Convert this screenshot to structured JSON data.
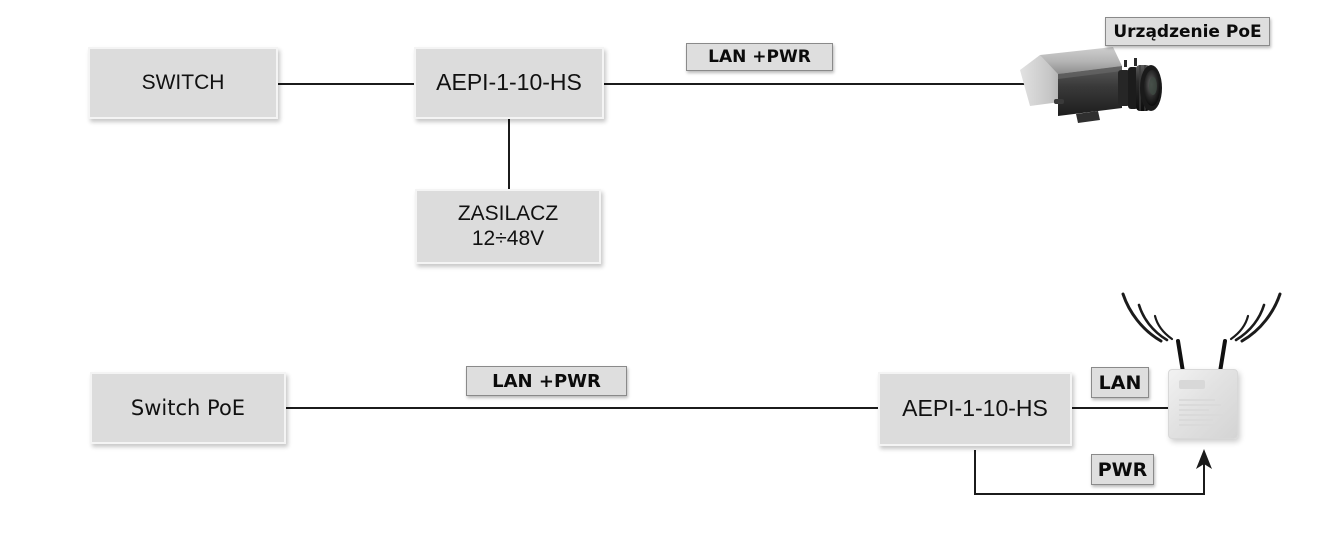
{
  "diagram": {
    "title_tags": {
      "poe_device": "Urządzenie PoE"
    },
    "top_row": {
      "switch_label": "SWITCH",
      "injector_label": "AEPI-1-10-HS",
      "psu_line1": "ZASILACZ",
      "psu_line2": "12÷48V",
      "link_label": "LAN +PWR",
      "camera_icon": "cctv-box-camera-icon"
    },
    "bottom_row": {
      "switch_label": "Switch PoE",
      "splitter_label": "AEPI-1-10-HS",
      "link_label": "LAN +PWR",
      "lan_label": "LAN",
      "pwr_label": "PWR",
      "ap_icon": "wireless-access-point-icon"
    },
    "colors": {
      "box_fill": "#dcdcdc",
      "box_border": "#f4f4f4",
      "tag_fill": "#dedede",
      "tag_border": "#8a8a8a",
      "line": "#1b1b1b",
      "background": "#ffffff",
      "text": "#111111"
    }
  }
}
